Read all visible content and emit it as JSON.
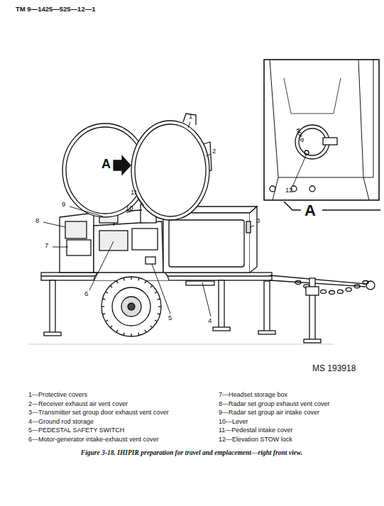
{
  "diagram": {
    "caption": "Figure 3-18. IHIPIR preparation for travel and emplacement—right front view.",
    "labels": [
      "TM 9—1425—525—12—1",
      "1",
      "2",
      "3",
      "4",
      "5",
      "6",
      "7",
      "8",
      "9",
      "10",
      "11",
      "12",
      "A",
      "A",
      "HOLD",
      "MS 193918",
      "1—Protective covers",
      "2—Receiver exhaust air vent cover",
      "3—Transmitter set group door exhaust vent cover",
      "4—Ground rod storage",
      "5—PEDESTAL SAFETY SWITCH",
      "6—Motor-generator intake-exhaust vent cover",
      "7—Headset storage box",
      "8—Radar set group exhaust vent cover",
      "9—Radar set group air intake cover",
      "10—Lever",
      "11—Pedestal intake cover",
      "12—Elevation STOW lock"
    ]
  }
}
